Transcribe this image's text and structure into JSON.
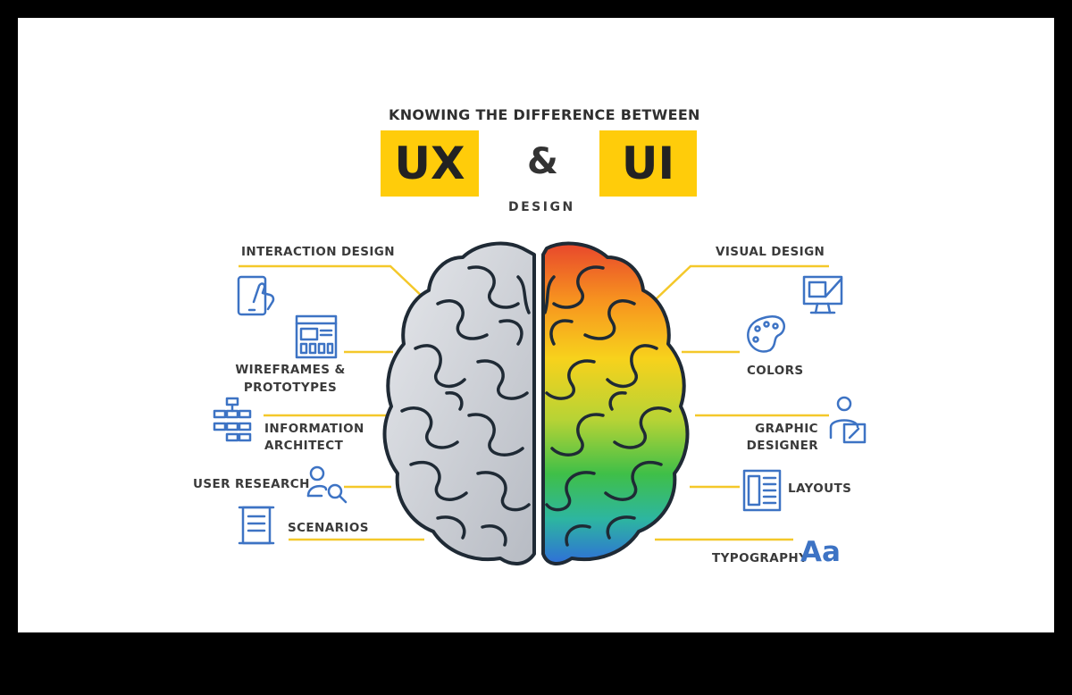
{
  "header": {
    "title": "KNOWING THE DIFFERENCE BETWEEN",
    "ux": "UX",
    "amp": "&",
    "ui": "UI",
    "subtitle": "DESIGN"
  },
  "ux_side": {
    "items": [
      {
        "label": "INTERACTION DESIGN",
        "icon": "tablet-touch-icon"
      },
      {
        "label_line1": "WIREFRAMES &",
        "label_line2": "PROTOTYPES",
        "icon": "wireframe-icon"
      },
      {
        "label_line1": "INFORMATION",
        "label_line2": "ARCHITECT",
        "icon": "sitemap-icon"
      },
      {
        "label": "USER RESEARCH",
        "icon": "user-search-icon"
      },
      {
        "label": "SCENARIOS",
        "icon": "scroll-icon"
      }
    ]
  },
  "ui_side": {
    "items": [
      {
        "label": "VISUAL DESIGN",
        "icon": "monitor-paint-icon"
      },
      {
        "label": "COLORS",
        "icon": "palette-icon"
      },
      {
        "label_line1": "GRAPHIC",
        "label_line2": "DESIGNER",
        "icon": "designer-icon"
      },
      {
        "label": "LAYOUTS",
        "icon": "layout-icon"
      },
      {
        "label": "TYPOGRAPHY",
        "icon": "typography-icon",
        "glyph": "Aa"
      }
    ]
  },
  "colors": {
    "accent_yellow": "#ffcc0a",
    "line_yellow": "#f4c82a",
    "icon_blue": "#3d73c4",
    "brain_gray": "#c9ccd2",
    "brain_outline": "#1f2a35",
    "background": "#ffffff",
    "frame": "#000000"
  }
}
